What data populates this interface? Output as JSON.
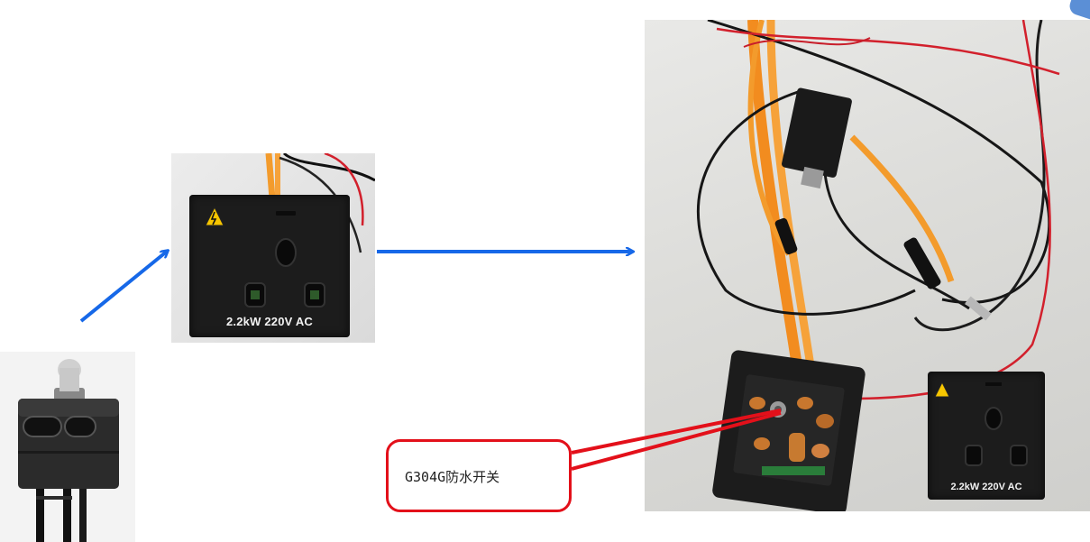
{
  "socket_rating_label": "2.2kW 220V AC",
  "installed_socket_rating_label": "2.2kW 220V AC",
  "callout": {
    "text": "G304G防水开关",
    "border_color": "#e3101a"
  },
  "colors": {
    "arrow": "#1668e8",
    "callout_line": "#e3101a",
    "corner_tab": "#5b8fd6"
  }
}
